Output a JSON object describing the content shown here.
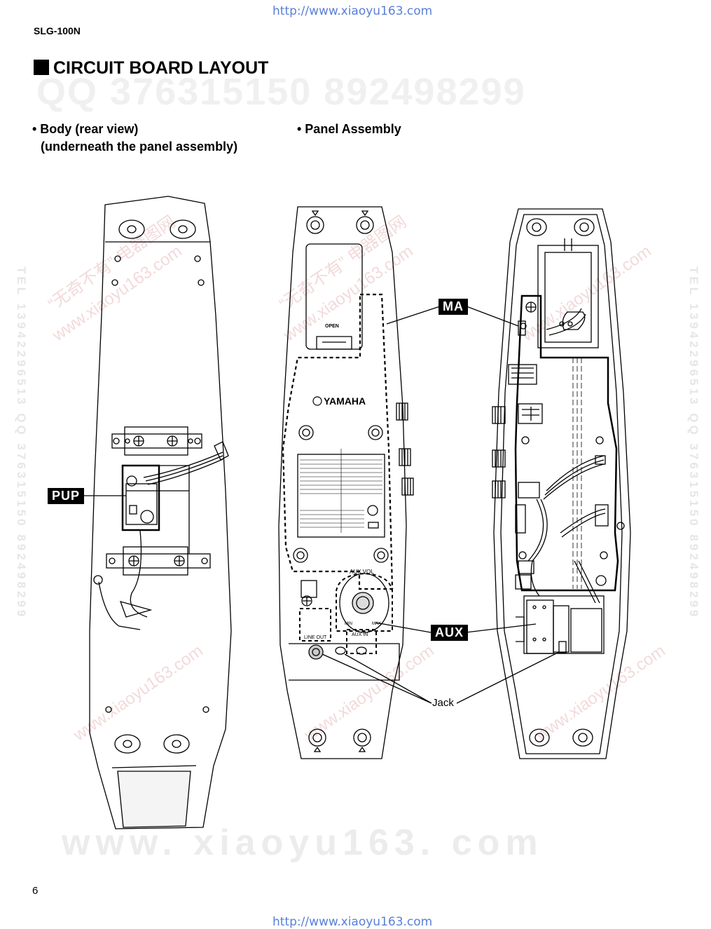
{
  "header": {
    "url_top": "http://www.xiaoyu163.com",
    "model": "SLG-100N"
  },
  "section": {
    "title": "CIRCUIT BOARD LAYOUT"
  },
  "watermarks": {
    "qq_line": "QQ 376315150   892498299",
    "tel_vertical": "TEL 13942296513  QQ 376315150  892498299",
    "bottom_site": "www. xiaoyu163. com",
    "diag_site": "www.xiaoyu163.com",
    "diag_cn": "“无奇不有” 电器图网"
  },
  "views": {
    "body": {
      "line1": "• Body (rear view)",
      "line2": "(underneath the panel assembly)"
    },
    "panel": {
      "line1": "• Panel Assembly"
    }
  },
  "callouts": {
    "pup": "PUP",
    "ma": "MA",
    "aux": "AUX",
    "jack": "Jack"
  },
  "panel_labels": {
    "open": "OPEN",
    "brand": "YAMAHA",
    "aux_vol": "AUX VOL",
    "min": "MIN",
    "max": "MAX",
    "line_out": "LINE OUT",
    "aux_in": "AUX IN"
  },
  "footer": {
    "page_number": "6",
    "url_bottom": "http://www.xiaoyu163.com"
  }
}
